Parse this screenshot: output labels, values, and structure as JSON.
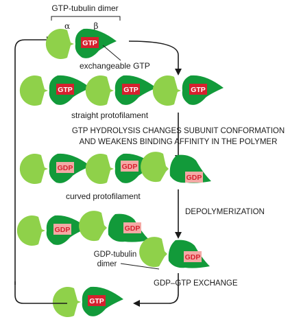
{
  "labels": {
    "dimer_title": "GTP-tubulin dimer",
    "alpha": "α",
    "beta": "β",
    "exchangeable": "exchangeable GTP",
    "straight": "straight protofilament",
    "hydrolysis_line1": "GTP HYDROLYSIS CHANGES SUBUNIT CONFORMATION",
    "hydrolysis_line2": "AND WEAKENS BINDING AFFINITY IN THE POLYMER",
    "curved": "curved protofilament",
    "depolymerization": "DEPOLYMERIZATION",
    "gdp_dimer_line1": "GDP-tubulin",
    "gdp_dimer_line2": "dimer",
    "exchange": "GDP–GTP EXCHANGE"
  },
  "tags": {
    "gtp": "GTP",
    "gdp": "GDP"
  },
  "colors": {
    "alpha_tubulin": "#8fd14a",
    "beta_tubulin": "#129a3a",
    "gtp_tag": "#d6202e",
    "gdp_tag": "#f4a9a5"
  }
}
